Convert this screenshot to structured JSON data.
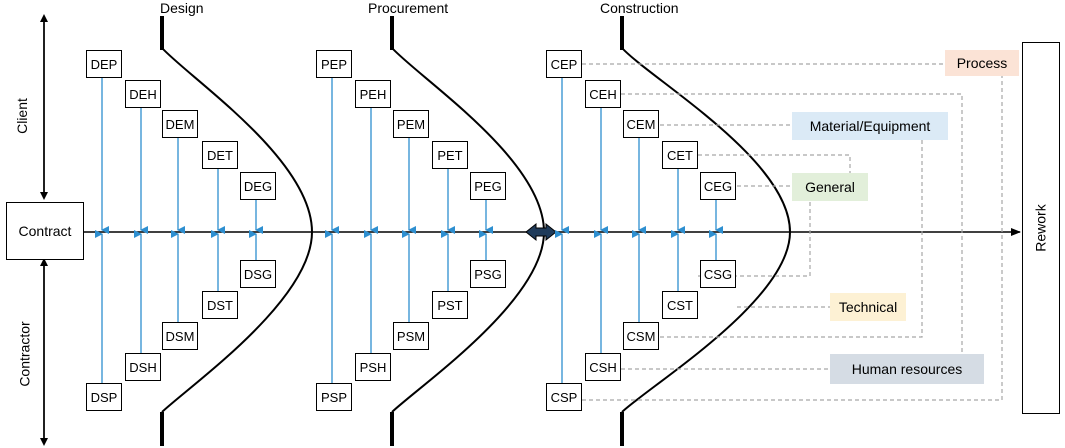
{
  "phases": [
    "Design",
    "Procurement",
    "Construction"
  ],
  "side_labels": {
    "client": "Client",
    "contractor": "Contractor"
  },
  "contract_label": "Contract",
  "rework_label": "Rework",
  "design": {
    "top": [
      "DEP",
      "DEH",
      "DEM",
      "DET",
      "DEG"
    ],
    "bottom": [
      "DSP",
      "DSH",
      "DSM",
      "DST",
      "DSG"
    ]
  },
  "procurement": {
    "top": [
      "PEP",
      "PEH",
      "PEM",
      "PET",
      "PEG"
    ],
    "bottom": [
      "PSP",
      "PSH",
      "PSM",
      "PST",
      "PSG"
    ]
  },
  "construction": {
    "top": [
      "CEP",
      "CEH",
      "CEM",
      "CET",
      "CEG"
    ],
    "bottom": [
      "CSP",
      "CSH",
      "CSM",
      "CST",
      "CSG"
    ]
  },
  "categories": {
    "process": "Process",
    "material": "Material/Equipment",
    "general": "General",
    "technical": "Technical",
    "human": "Human resources"
  },
  "colors": {
    "arrow": "#2e8fd0",
    "process_bg": "#fbe3d6",
    "material_bg": "#dbeaf6",
    "general_bg": "#e2efda",
    "technical_bg": "#fdf1d4",
    "human_bg": "#d5dce4",
    "dashed": "#a6a6a6"
  }
}
